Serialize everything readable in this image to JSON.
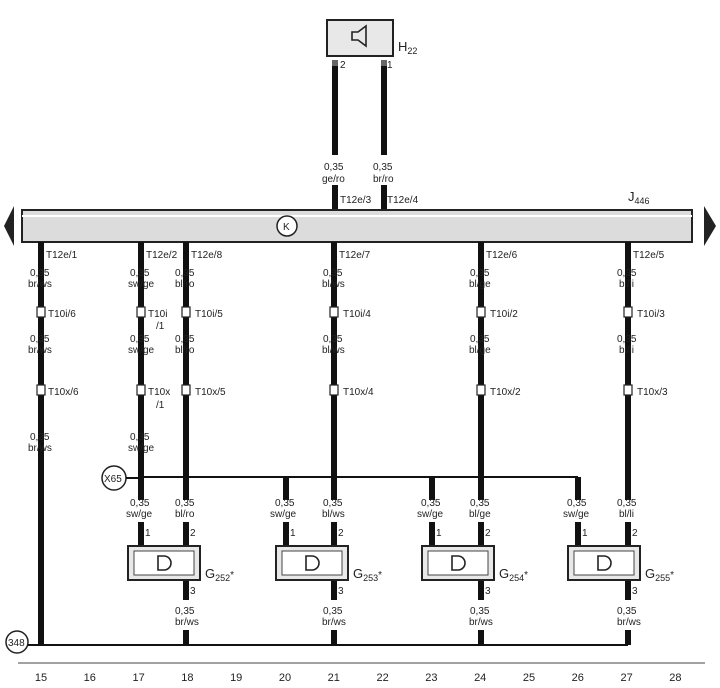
{
  "horn": {
    "name": "H",
    "sub": "22",
    "pin_left": "2",
    "pin_right": "1",
    "wire_left": [
      "0,35",
      "ge/ro"
    ],
    "wire_right": [
      "0,35",
      "br/ro"
    ],
    "conn_left": "T12e/3",
    "conn_right": "T12e/4"
  },
  "control_unit": {
    "name": "J",
    "sub": "446",
    "symbol": "K"
  },
  "columns": [
    {
      "top_conn": "T12e/1",
      "w1": [
        "0,35",
        "br/ws"
      ],
      "c1": [
        "T10i/6"
      ],
      "w2": [
        "0,35",
        "br/ws"
      ],
      "c2": [
        "T10x/6"
      ],
      "w3": [
        "0,35",
        "br/ws"
      ]
    },
    {
      "top_conn": "T12e/2",
      "w1": [
        "0,35",
        "sw/ge"
      ],
      "c1": [
        "T10i",
        "/1"
      ],
      "w2": [
        "0,35",
        "sw/ge"
      ],
      "c2": [
        "T10x",
        "/1"
      ],
      "w3": [
        "0,35",
        "sw/ge"
      ],
      "w4": [
        "0,35",
        "sw/ge"
      ],
      "sensor_pin": "1"
    },
    {
      "top_conn": "T12e/8",
      "w1": [
        "0,35",
        "bl/ro"
      ],
      "c1": [
        "T10i/5"
      ],
      "w2": [
        "0,35",
        "bl/ro"
      ],
      "c2": [
        "T10x/5"
      ],
      "w4": [
        "0,35",
        "bl/ro"
      ],
      "sensor_pin": "2",
      "w5": [
        "0,35",
        "br/ws"
      ],
      "bottom_pin": "3"
    },
    {
      "w4": [
        "0,35",
        "sw/ge"
      ],
      "sensor_pin": "1"
    },
    {
      "top_conn": "T12e/7",
      "w1": [
        "0,35",
        "bl/ws"
      ],
      "c1": [
        "T10i/4"
      ],
      "w2": [
        "0,35",
        "bl/ws"
      ],
      "c2": [
        "T10x/4"
      ],
      "w4": [
        "0,35",
        "bl/ws"
      ],
      "sensor_pin": "2",
      "w5": [
        "0,35",
        "br/ws"
      ],
      "bottom_pin": "3"
    },
    {
      "w4": [
        "0,35",
        "sw/ge"
      ],
      "sensor_pin": "1"
    },
    {
      "top_conn": "T12e/6",
      "w1": [
        "0,35",
        "bl/ge"
      ],
      "c1": [
        "T10i/2"
      ],
      "w2": [
        "0,35",
        "bl/ge"
      ],
      "c2": [
        "T10x/2"
      ],
      "w4": [
        "0,35",
        "bl/ge"
      ],
      "sensor_pin": "2",
      "w5": [
        "0,35",
        "br/ws"
      ],
      "bottom_pin": "3"
    },
    {
      "w4": [
        "0,35",
        "sw/ge"
      ],
      "sensor_pin": "1"
    },
    {
      "top_conn": "T12e/5",
      "w1": [
        "0,35",
        "bl/li"
      ],
      "c1": [
        "T10i/3"
      ],
      "w2": [
        "0,35",
        "bl/li"
      ],
      "c2": [
        "T10x/3"
      ],
      "w4": [
        "0,35",
        "bl/li"
      ],
      "sensor_pin": "2",
      "w5": [
        "0,35",
        "br/ws"
      ],
      "bottom_pin": "3"
    }
  ],
  "sensors": [
    {
      "name": "G",
      "sub": "252",
      "mark": "*"
    },
    {
      "name": "G",
      "sub": "253",
      "mark": "*"
    },
    {
      "name": "G",
      "sub": "254",
      "mark": "*"
    },
    {
      "name": "G",
      "sub": "255",
      "mark": "*"
    }
  ],
  "splice": "X65",
  "ground": "348",
  "ruler": [
    "15",
    "16",
    "17",
    "18",
    "19",
    "20",
    "21",
    "22",
    "23",
    "24",
    "25",
    "26",
    "27",
    "28"
  ]
}
